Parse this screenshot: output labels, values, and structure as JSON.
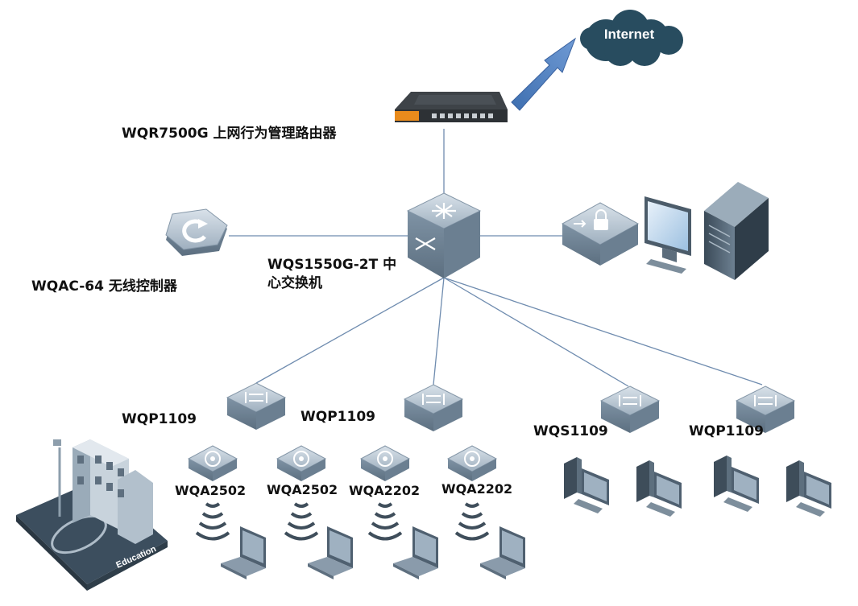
{
  "internet_label": "Internet",
  "router_label": "WQR7500G  上网行为管理路由器",
  "core_switch_label_line1": "WQS1550G-2T 中",
  "core_switch_label_line2": "心交换机",
  "controller_label": "WQAC-64 无线控制器",
  "access_switch_labels": [
    "WQP1109",
    "WQP1109",
    "WQS1109",
    "WQP1109"
  ],
  "ap_labels": [
    "WQA2502",
    "WQA2502",
    "WQA2202",
    "WQA2202"
  ],
  "building_label": "Education",
  "colors": {
    "line": "#6f8caf",
    "arrow": "#4a78b8",
    "cloud": "#284c5f",
    "device": "#aebcc8"
  }
}
